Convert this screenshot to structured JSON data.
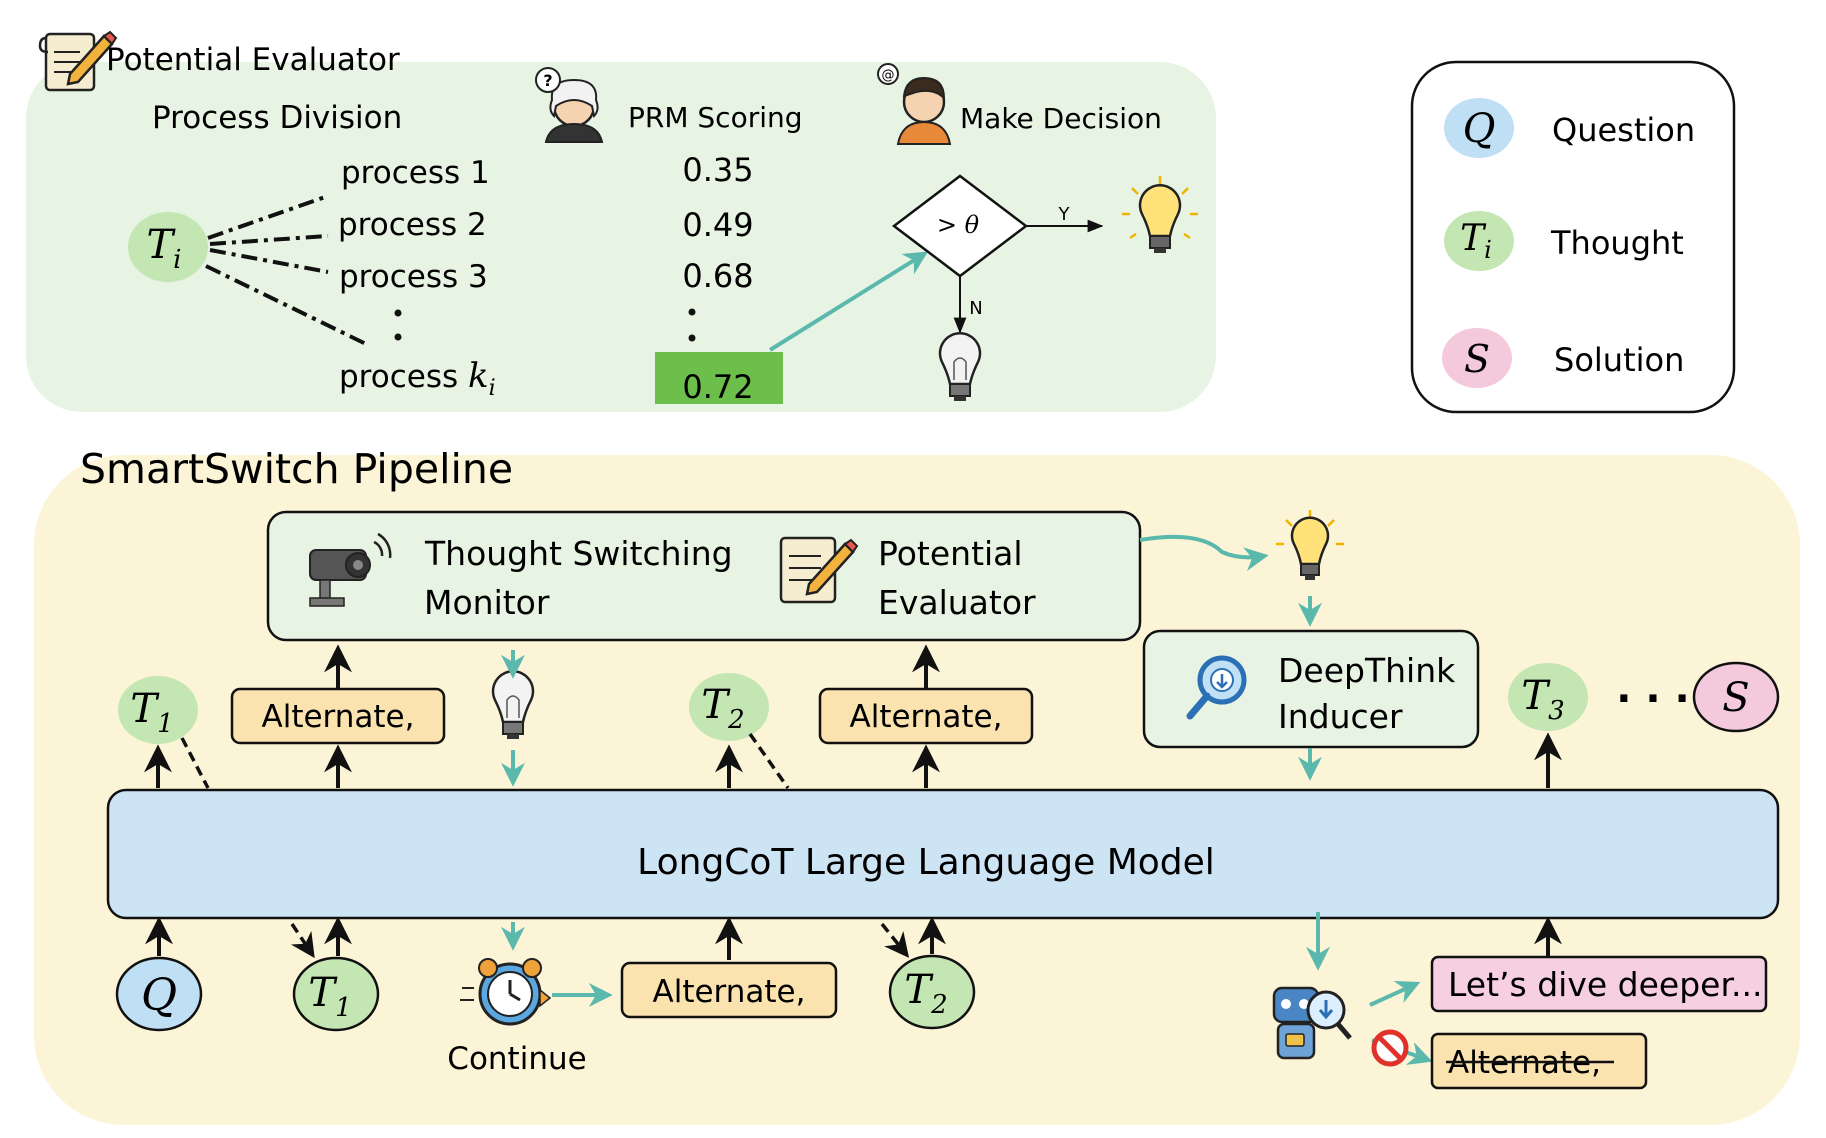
{
  "potential_evaluator": {
    "title": "Potential Evaluator",
    "process_division": "Process Division",
    "prm_scoring": "PRM Scoring",
    "make_decision": "Make Decision",
    "node_base": "T",
    "node_sub": "i",
    "processes": [
      "process 1",
      "process 2",
      "process 3"
    ],
    "last_process_prefix": "process ",
    "last_process_var": "k",
    "last_process_sub": "i",
    "scores": [
      "0.35",
      "0.49",
      "0.68"
    ],
    "final_score": "0.72",
    "decision_text": "> θ",
    "yes_label": "Y",
    "no_label": "N",
    "highlight_color": "#6cbf4a"
  },
  "legend": {
    "items": [
      {
        "symbol": "Q",
        "sub": "",
        "label": "Question",
        "color": "#bfdff5"
      },
      {
        "symbol": "T",
        "sub": "i",
        "label": "Thought",
        "color": "#c3e6b3"
      },
      {
        "symbol": "S",
        "sub": "",
        "label": "Solution",
        "color": "#f4c9dc"
      }
    ]
  },
  "pipeline": {
    "title": "SmartSwitch Pipeline",
    "monitor_line1": "Thought Switching",
    "monitor_line2": "Monitor",
    "evaluator_line1": "Potential",
    "evaluator_line2": "Evaluator",
    "deepthink_line1": "DeepThink",
    "deepthink_line2": "Inducer",
    "llm_label": "LongCoT Large Language Model",
    "alternate_label": "Alternate,",
    "continue_label": "Continue",
    "dive_deeper_label": "Let’s dive deeper...",
    "struck_alternate_label": "Alternate,",
    "t1_base": "T",
    "t1_sub": "1",
    "t2_base": "T",
    "t2_sub": "2",
    "t3_base": "T",
    "t3_sub": "3",
    "q_symbol": "Q",
    "s_symbol": "S",
    "ellipsis": "· · ·",
    "colors": {
      "panel_bg": "#fcf4d6",
      "llm_bg": "#cde4f5",
      "module_bg": "#e8f4e3",
      "alternate_bg": "#fbe3b0",
      "dive_bg": "#f6cfe0",
      "arrow_teal": "#5bb8ad"
    }
  }
}
